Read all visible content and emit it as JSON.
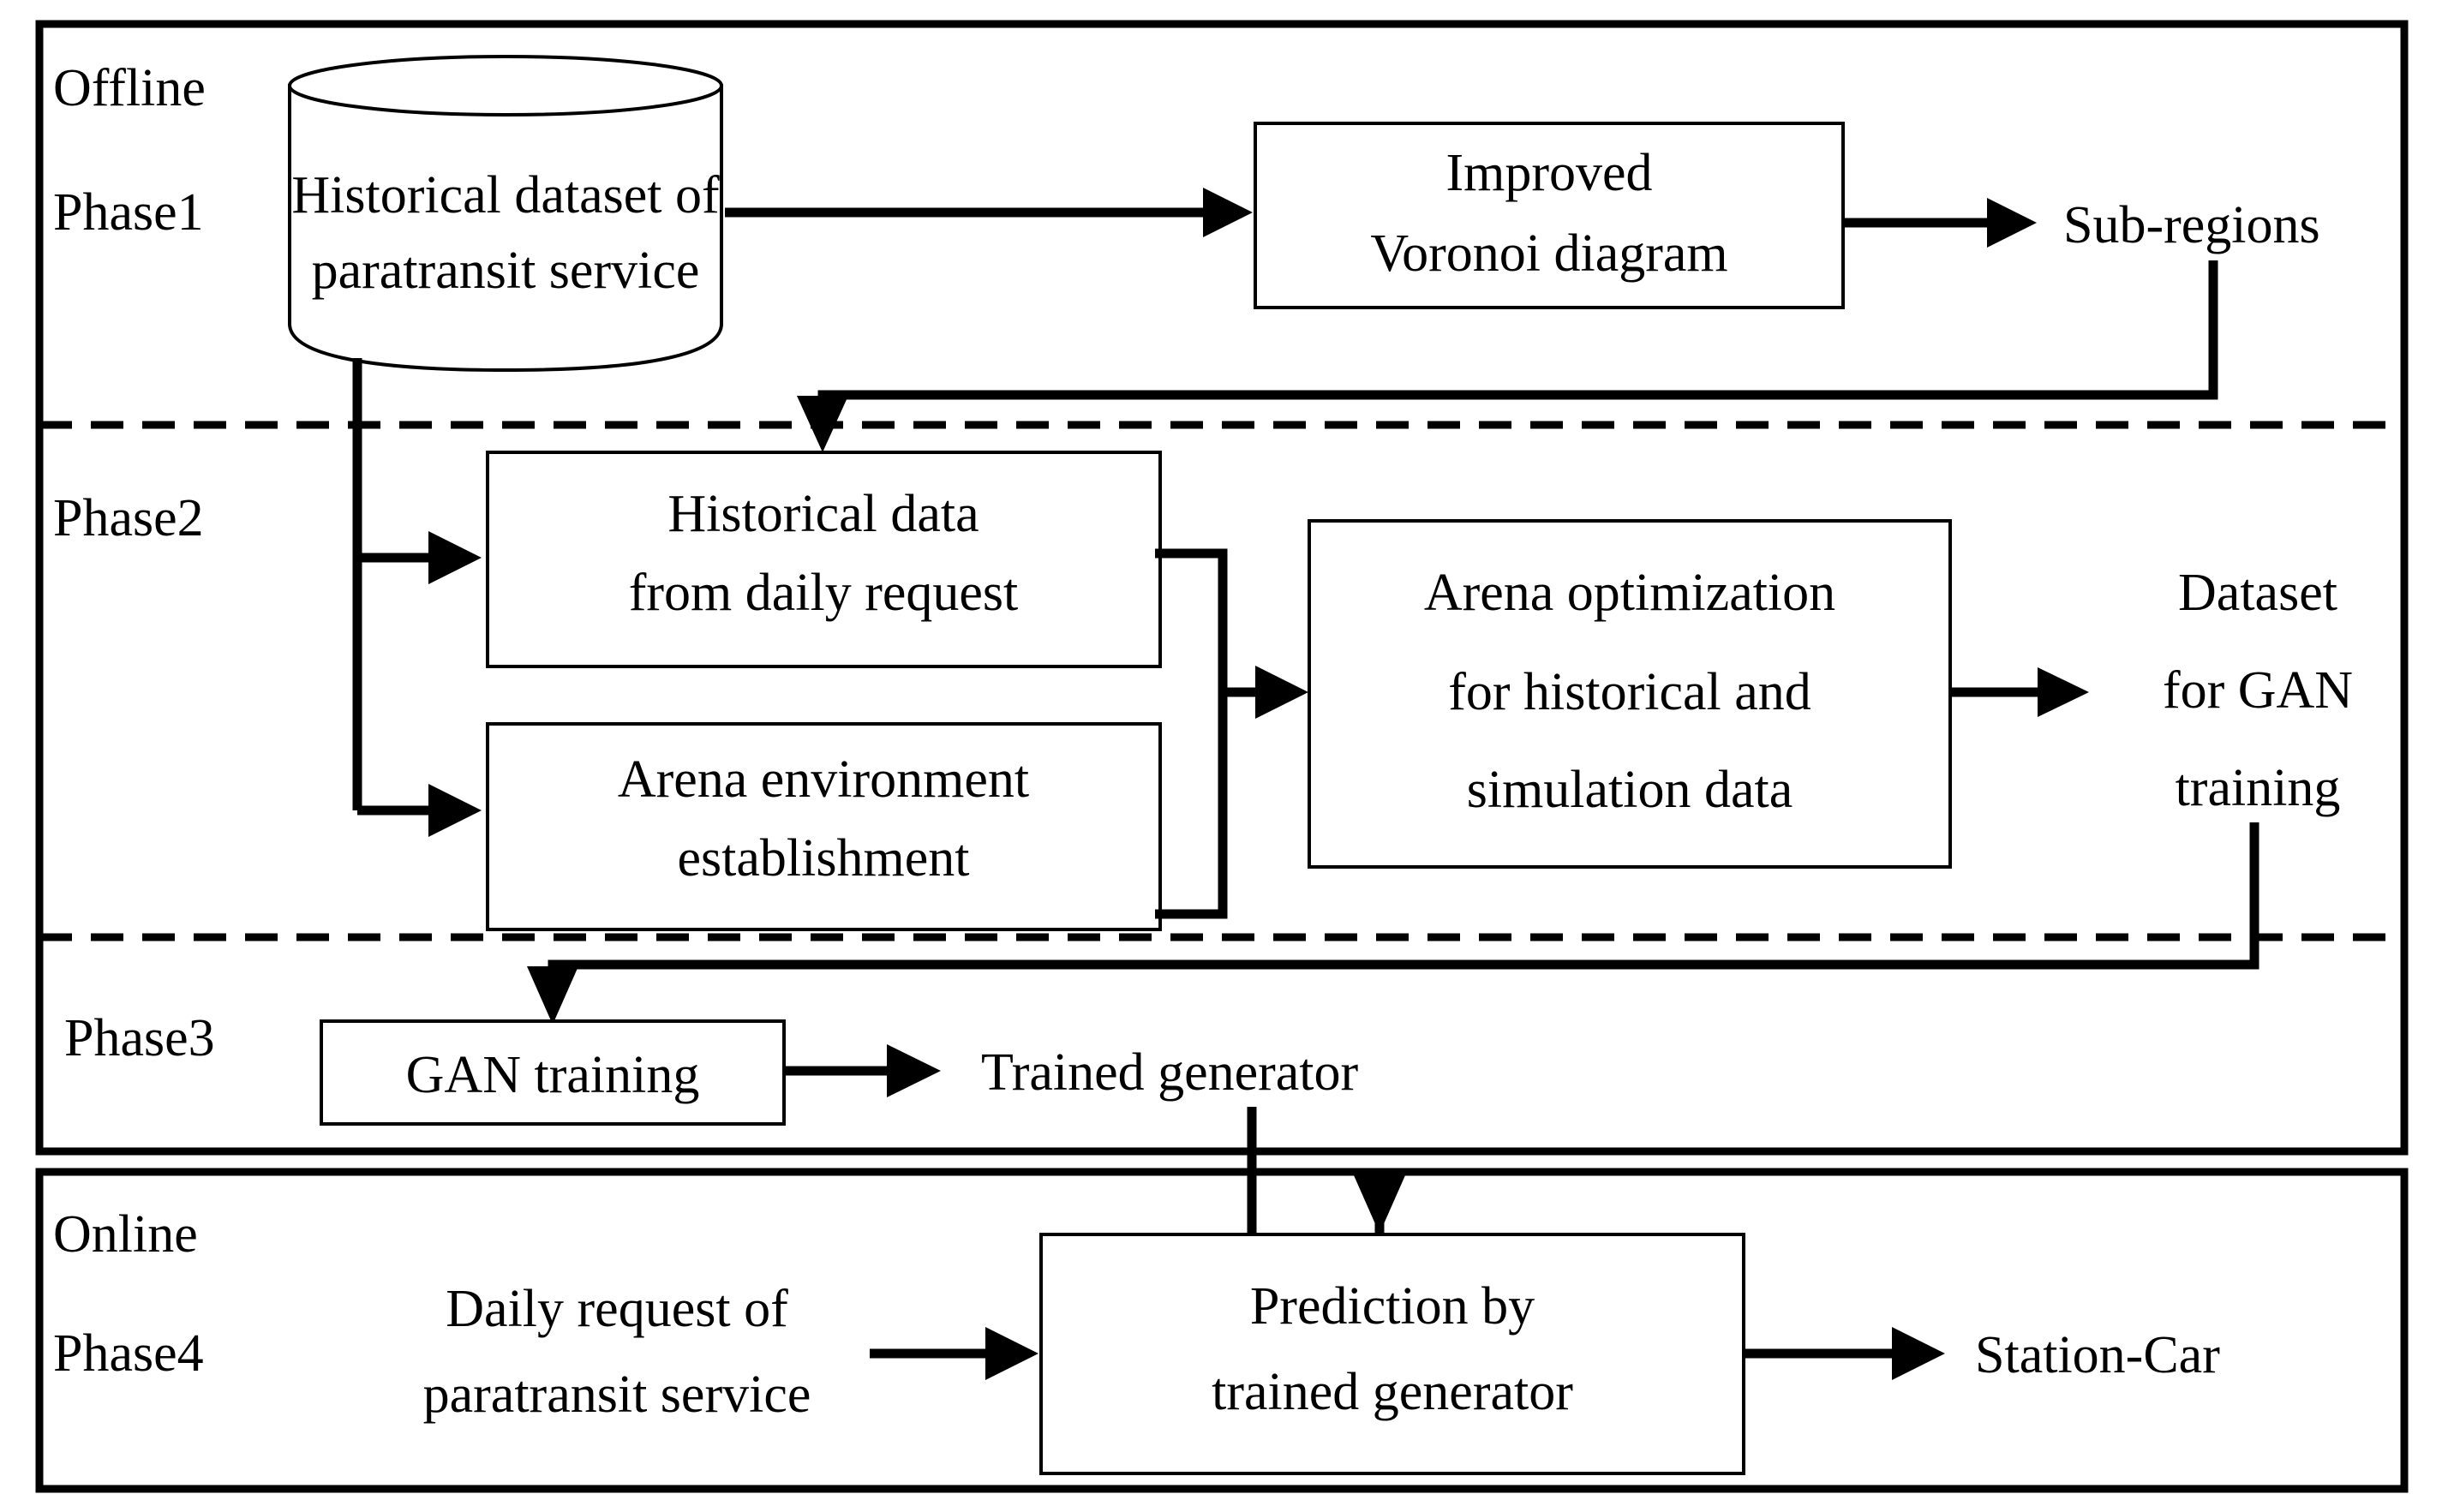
{
  "diagram": {
    "title": "Paratransit service prediction framework flowchart",
    "stroke_color": "#000000",
    "background_color": "#ffffff",
    "sections": [
      {
        "id": "offline",
        "label": "Offline"
      },
      {
        "id": "online",
        "label": "Online"
      }
    ],
    "phases": [
      {
        "id": "phase1",
        "label": "Phase1"
      },
      {
        "id": "phase2",
        "label": "Phase2"
      },
      {
        "id": "phase3",
        "label": "Phase3"
      },
      {
        "id": "phase4",
        "label": "Phase4"
      }
    ],
    "nodes": {
      "historical_dataset": {
        "shape": "cylinder",
        "line1": "Historical dataset of",
        "line2": "paratransit service"
      },
      "improved_voronoi": {
        "shape": "rect",
        "line1": "Improved",
        "line2": "Voronoi diagram"
      },
      "sub_regions": {
        "shape": "text",
        "line1": "Sub-regions"
      },
      "historical_daily": {
        "shape": "rect",
        "line1": "Historical data",
        "line2": "from daily request"
      },
      "arena_environment": {
        "shape": "rect",
        "line1": "Arena environment",
        "line2": "establishment"
      },
      "arena_optimization": {
        "shape": "rect",
        "line1": "Arena optimization",
        "line2": "for historical and",
        "line3": "simulation data"
      },
      "dataset_gan": {
        "shape": "text",
        "line1": "Dataset",
        "line2": "for GAN",
        "line3": "training"
      },
      "gan_training": {
        "shape": "rect",
        "line1": "GAN training"
      },
      "trained_generator": {
        "shape": "text",
        "line1": "Trained generator"
      },
      "daily_request": {
        "shape": "text",
        "line1": "Daily request of",
        "line2": "paratransit service"
      },
      "prediction": {
        "shape": "rect",
        "line1": "Prediction by",
        "line2": "trained generator"
      },
      "station_car": {
        "shape": "text",
        "line1": "Station-Car"
      }
    },
    "edges": [
      {
        "from": "historical_dataset",
        "to": "improved_voronoi",
        "style": "arrow"
      },
      {
        "from": "improved_voronoi",
        "to": "sub_regions",
        "style": "arrow"
      },
      {
        "from": "sub_regions",
        "to": "historical_daily",
        "style": "elbow-arrow"
      },
      {
        "from": "historical_dataset",
        "to": "historical_daily",
        "style": "elbow-arrow"
      },
      {
        "from": "historical_dataset",
        "to": "arena_environment",
        "style": "elbow-arrow"
      },
      {
        "from": "historical_daily",
        "to": "arena_optimization",
        "style": "merge-arrow"
      },
      {
        "from": "arena_environment",
        "to": "arena_optimization",
        "style": "merge-arrow"
      },
      {
        "from": "arena_optimization",
        "to": "dataset_gan",
        "style": "arrow"
      },
      {
        "from": "dataset_gan",
        "to": "gan_training",
        "style": "elbow-arrow"
      },
      {
        "from": "gan_training",
        "to": "trained_generator",
        "style": "arrow"
      },
      {
        "from": "trained_generator",
        "to": "prediction",
        "style": "elbow-arrow"
      },
      {
        "from": "daily_request",
        "to": "prediction",
        "style": "arrow"
      },
      {
        "from": "prediction",
        "to": "station_car",
        "style": "arrow"
      }
    ]
  }
}
